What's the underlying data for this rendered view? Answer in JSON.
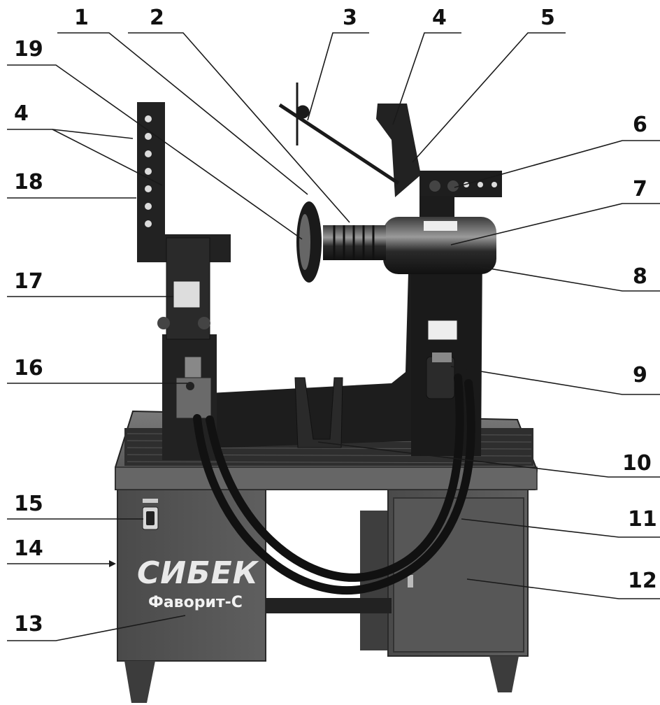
{
  "machine": {
    "brand": "Сибек",
    "brand_display": "СИБЕК",
    "model": "Фаворит-С"
  },
  "callouts": [
    {
      "id": "1",
      "label": "1"
    },
    {
      "id": "2",
      "label": "2"
    },
    {
      "id": "3",
      "label": "3"
    },
    {
      "id": "4",
      "label": "4"
    },
    {
      "id": "5",
      "label": "5"
    },
    {
      "id": "19",
      "label": "19"
    },
    {
      "id": "4b",
      "label": "4"
    },
    {
      "id": "18",
      "label": "18"
    },
    {
      "id": "6",
      "label": "6"
    },
    {
      "id": "7",
      "label": "7"
    },
    {
      "id": "8",
      "label": "8"
    },
    {
      "id": "17",
      "label": "17"
    },
    {
      "id": "16",
      "label": "16"
    },
    {
      "id": "9",
      "label": "9"
    },
    {
      "id": "10",
      "label": "10"
    },
    {
      "id": "15",
      "label": "15"
    },
    {
      "id": "11",
      "label": "11"
    },
    {
      "id": "14",
      "label": "14"
    },
    {
      "id": "12",
      "label": "12"
    },
    {
      "id": "13",
      "label": "13"
    }
  ],
  "colors": {
    "steel_dark": "#1c1c1c",
    "body_grey": "#5a5a5a",
    "table_grey": "#6c6c6c",
    "cabinet_grey": "#555555"
  }
}
